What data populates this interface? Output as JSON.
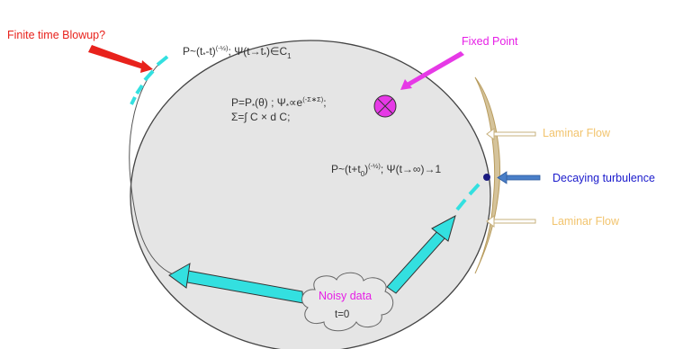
{
  "labels": {
    "finite_time_blowup": "Finite time Blowup?",
    "fixed_point": "Fixed Point",
    "laminar_flow_top": "Laminar Flow",
    "laminar_flow_bottom": "Laminar Flow",
    "decaying_turbulence": "Decaying turbulence",
    "noisy_data": "Noisy data",
    "t_zero": "t=0"
  },
  "equations": {
    "blowup": {
      "p_lhs": "P~(t",
      "p_star": "*",
      "p_mid": "-t)",
      "p_exp": "(-½)",
      "sep": ";  Ψ(t→t",
      "t_star": "*",
      "tail": ")∈C",
      "sub": "1"
    },
    "fixed_point_line1": {
      "a": "P=P",
      "a_star": "*",
      "b": "(θ) ; Ψ",
      "b_star": "*",
      "c": "∝e",
      "exp": "(-Σ∗Σ)",
      "d": ";"
    },
    "fixed_point_line2": "Σ=∫ C × d C;",
    "decay": {
      "a": "P~(t+t",
      "sub": "0",
      "b": ")",
      "exp": "(-½)",
      "c": ";  Ψ(t→∞)→1"
    }
  },
  "colors": {
    "blowup": "#e8221c",
    "fixed_point": "#e61ee6",
    "fixed_point_marker": "#e639e6",
    "laminar": "#f2c46e",
    "decaying": "#1a1acc",
    "decay_arrow": "#4a7fc8",
    "noisy": "#e61ee6",
    "flow_arrow": "#33e0e0",
    "circle_fill": "#e5e5e5",
    "laminar_arrow": "#d8c9a8",
    "boundary_band": "#c7b07c"
  }
}
